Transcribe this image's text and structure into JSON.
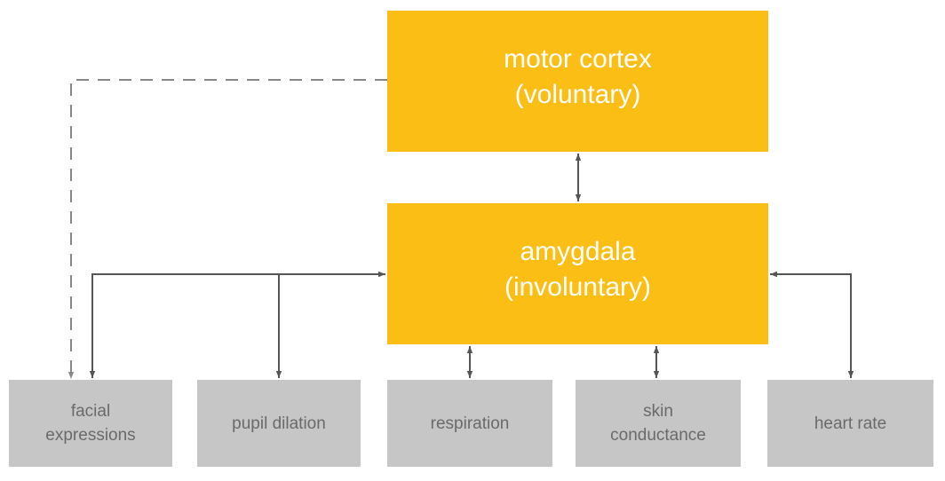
{
  "diagram": {
    "colors": {
      "main_box": "#fbbe14",
      "output_box": "#c6c6c6",
      "main_text": "#ffffff",
      "output_text": "#6a6a6a",
      "connector": "#555555",
      "dashed_connector": "#888888"
    },
    "nodes": {
      "motor_cortex": {
        "line1": "motor cortex",
        "line2": "(voluntary)"
      },
      "amygdala": {
        "line1": "amygdala",
        "line2": "(involuntary)"
      },
      "facial_expressions": {
        "line1": "facial",
        "line2": "expressions"
      },
      "pupil_dilation": {
        "line1": "pupil dilation"
      },
      "respiration": {
        "line1": "respiration"
      },
      "skin_conductance": {
        "line1": "skin",
        "line2": "conductance"
      },
      "heart_rate": {
        "line1": "heart rate"
      }
    },
    "edges": [
      {
        "from": "motor_cortex",
        "to": "facial_expressions",
        "style": "dashed",
        "direction": "forward"
      },
      {
        "from": "motor_cortex",
        "to": "amygdala",
        "style": "solid",
        "direction": "both"
      },
      {
        "from": "amygdala",
        "to": "facial_expressions",
        "style": "solid",
        "direction": "both"
      },
      {
        "from": "amygdala",
        "to": "pupil_dilation",
        "style": "solid",
        "direction": "forward"
      },
      {
        "from": "amygdala",
        "to": "respiration",
        "style": "solid",
        "direction": "both"
      },
      {
        "from": "amygdala",
        "to": "skin_conductance",
        "style": "solid",
        "direction": "both"
      },
      {
        "from": "amygdala",
        "to": "heart_rate",
        "style": "solid",
        "direction": "both"
      }
    ]
  }
}
